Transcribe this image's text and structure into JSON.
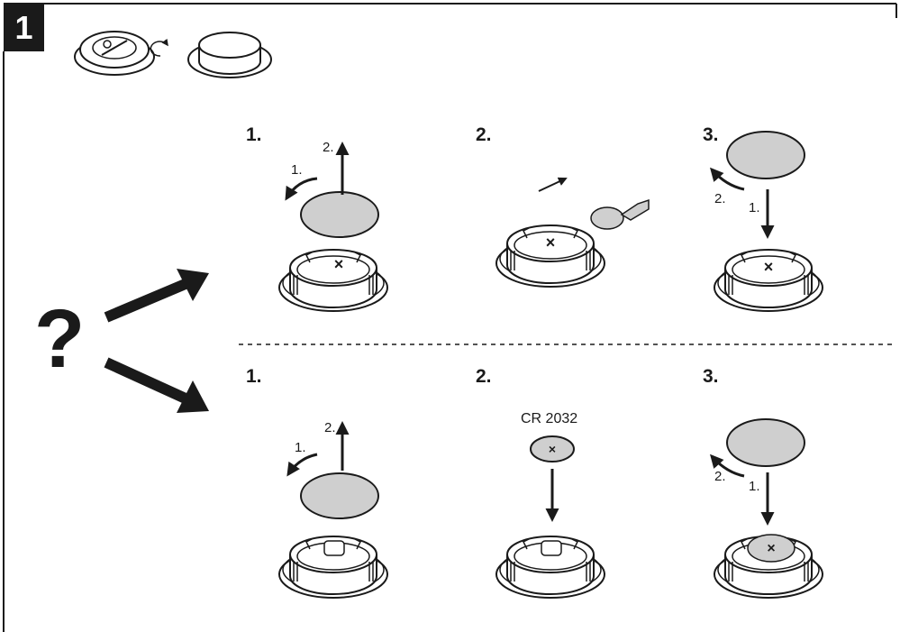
{
  "header": {
    "step_badge": "1"
  },
  "question_mark": "?",
  "top_row": {
    "steps": [
      {
        "label": "1.",
        "sub_labels": [
          "1.",
          "2."
        ]
      },
      {
        "label": "2."
      },
      {
        "label": "3.",
        "sub_labels": [
          "2.",
          "1."
        ]
      }
    ]
  },
  "bottom_row": {
    "steps": [
      {
        "label": "1.",
        "sub_labels": [
          "1.",
          "2."
        ]
      },
      {
        "label": "2.",
        "battery_label": "CR 2032"
      },
      {
        "label": "3.",
        "sub_labels": [
          "2.",
          "1."
        ]
      }
    ]
  },
  "colors": {
    "ink": "#1a1a1a",
    "cover_fill": "#cfcfcf",
    "line": "#1a1a1a"
  }
}
